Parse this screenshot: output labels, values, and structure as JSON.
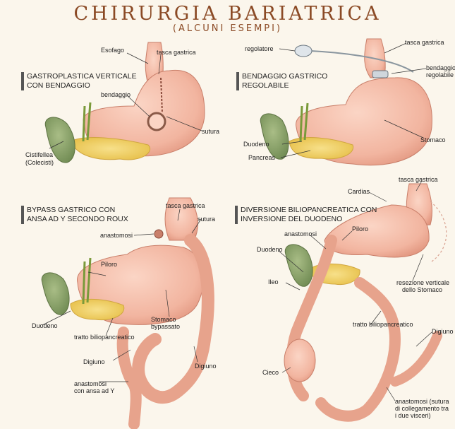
{
  "title": "CHIRURGIA BARIATRICA",
  "subtitle": "(ALCUNI ESEMPI)",
  "panels": [
    {
      "heading": [
        "GASTROPLASTICA VERTICALE",
        "CON BENDAGGIO"
      ],
      "labels": [
        "Esofago",
        "tasca gastrica",
        "bendaggio",
        "sutura",
        "Cistifellea",
        "(Colecisti)"
      ]
    },
    {
      "heading": [
        "BENDAGGIO GASTRICO",
        "REGOLABILE"
      ],
      "labels": [
        "regolatore",
        "tasca gastrica",
        "bendaggio",
        "regolabile",
        "Stomaco",
        "Duodeno",
        "Pancreas"
      ]
    },
    {
      "heading": [
        "BYPASS GASTRICO CON",
        "ANSA AD Y SECONDO ROUX"
      ],
      "labels": [
        "tasca gastrica",
        "sutura",
        "anastomosi",
        "Piloro",
        "Stomaco",
        "bypassato",
        "Duodeno",
        "tratto biliopancreatico",
        "Digiuno",
        "Digiuno",
        "anastomosi",
        "con ansa ad Y"
      ]
    },
    {
      "heading": [
        "DIVERSIONE BILIOPANCREATICA CON",
        "INVERSIONE DEL DUODENO"
      ],
      "labels": [
        "Cardias",
        "tasca gastrica",
        "anastomosi",
        "Piloro",
        "Duodeno",
        "Ileo",
        "resezione verticale",
        "dello Stomaco",
        "tratto biliopancreatico",
        "Digiuno",
        "Cieco",
        "anastomosi (sutura",
        "di collegamento tra",
        "i due visceri)"
      ]
    }
  ],
  "colors": {
    "title": "#8b4a25",
    "stomach": "#f2b5a0",
    "stomach_edge": "#c97f6a",
    "pancreas": "#f2d36a",
    "gallbladder": "#8aa46a",
    "background": "#fbf6ec"
  }
}
